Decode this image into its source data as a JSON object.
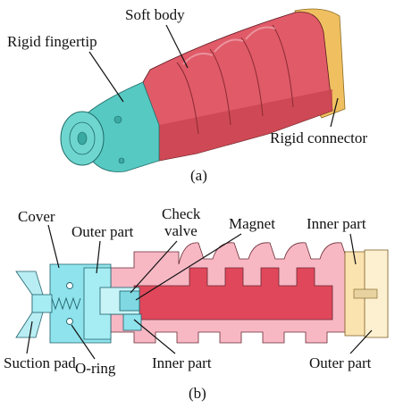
{
  "figure_a": {
    "labels": {
      "rigid_fingertip": "Rigid fingertip",
      "soft_body": "Soft body",
      "rigid_connector": "Rigid connector"
    },
    "caption": "(a)"
  },
  "figure_b": {
    "labels": {
      "cover": "Cover",
      "outer_part_left": "Outer part",
      "check_valve_line1": "Check",
      "check_valve_line2": "valve",
      "magnet": "Magnet",
      "inner_part_right": "Inner part",
      "suction_pad": "Suction pad",
      "o_ring": "O-ring",
      "inner_part_bottom": "Inner part",
      "outer_part_right": "Outer part"
    },
    "caption": "(b)"
  },
  "colors": {
    "soft_body": "#e05a68",
    "soft_body_dark": "#c8444f",
    "fingertip": "#56c9c2",
    "connector": "#f0c060",
    "cover": "#8fe3ec",
    "outer_pink": "#f7b8c4",
    "inner_red": "#e0475a",
    "inner_right": "#fbe3b0"
  }
}
